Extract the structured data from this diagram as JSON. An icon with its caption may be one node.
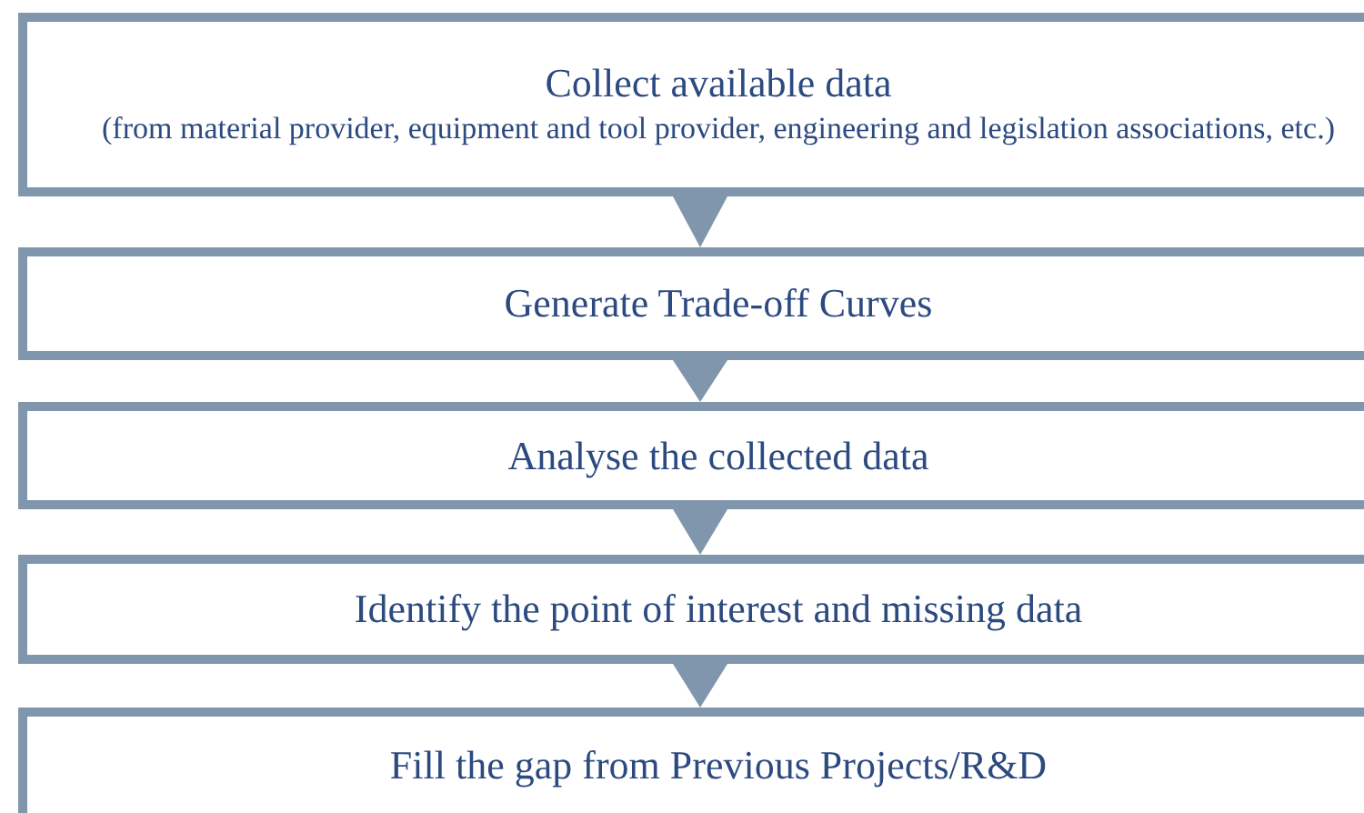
{
  "diagram": {
    "nodes": [
      {
        "text": [
          "Collect available data",
          "(from material provider, equipment and tool provider, engineering and legislation associations, etc.)"
        ]
      },
      {
        "text": [
          "Generate Trade-off Curves"
        ]
      },
      {
        "text": [
          "Analyse the collected data"
        ]
      },
      {
        "text": [
          "Identify the point of interest and missing data"
        ]
      },
      {
        "text": [
          "Fill the gap from Previous Projects/R&D"
        ]
      }
    ],
    "edges": [
      {
        "from": 0,
        "to": 1,
        "arrow": "to"
      },
      {
        "from": 1,
        "to": 2,
        "arrow": "to"
      },
      {
        "from": 2,
        "to": 3,
        "arrow": "to"
      },
      {
        "from": 3,
        "to": 4,
        "arrow": "to"
      }
    ]
  }
}
